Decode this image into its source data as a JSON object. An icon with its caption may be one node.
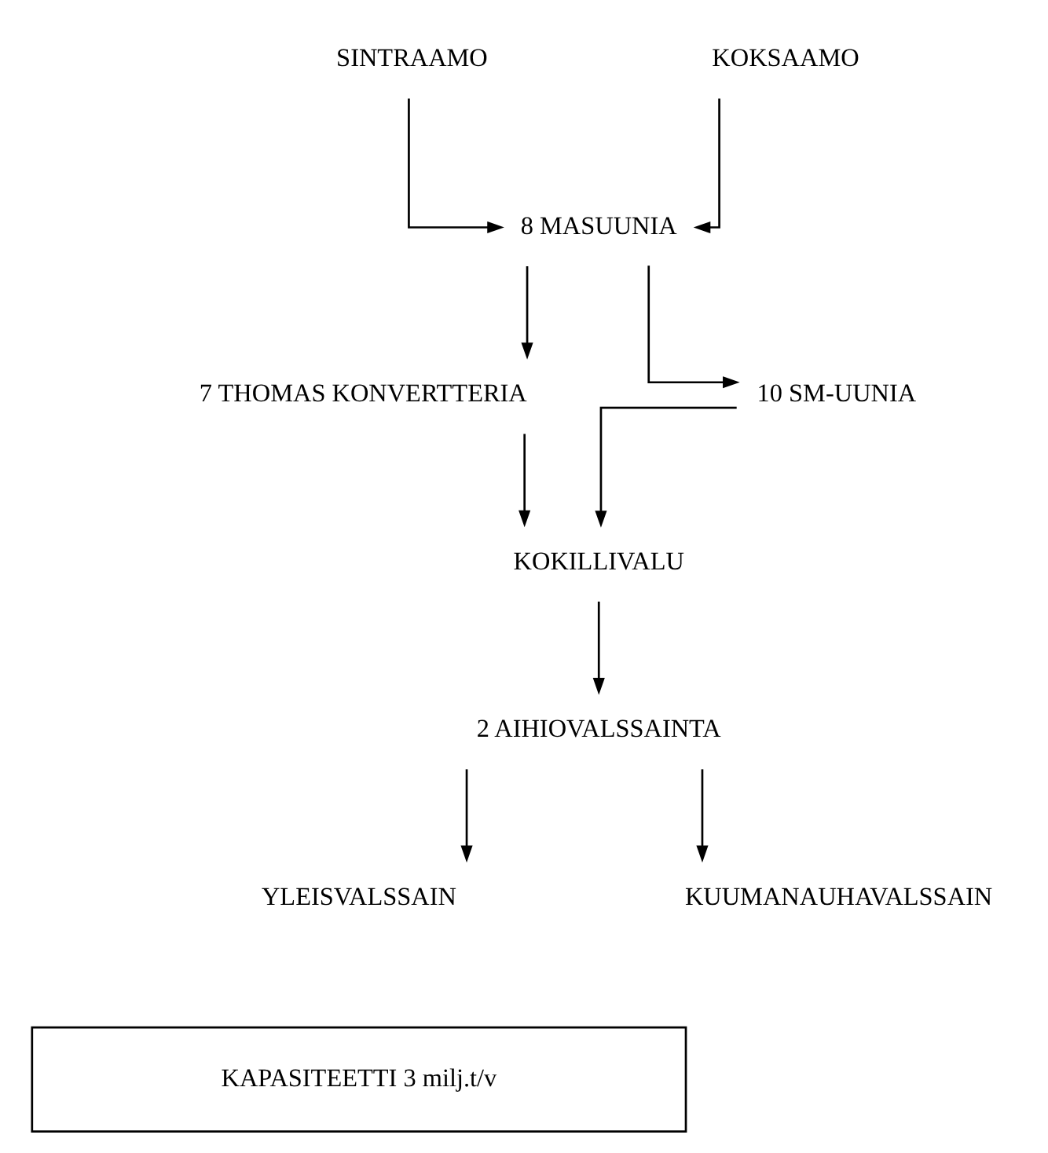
{
  "diagram": {
    "nodes": [
      {
        "text": [
          "SINTRAAMO"
        ]
      },
      {
        "text": [
          "KOKSAAMO"
        ]
      },
      {
        "text": [
          "8 MASUUNIA"
        ]
      },
      {
        "text": [
          "7 THOMAS KONVERTTERIA"
        ]
      },
      {
        "text": [
          "10 SM-UUNIA"
        ]
      },
      {
        "text": [
          "KOKILLIVALU"
        ]
      },
      {
        "text": [
          "2 AIHIOVALSSAINTA"
        ]
      },
      {
        "text": [
          "YLEISVALSSAIN"
        ]
      },
      {
        "text": [
          "KUUMANAUHAVALSSAIN"
        ]
      },
      {
        "text": [
          "KAPASITEETTI 3 milj.t/v"
        ]
      }
    ],
    "edges": [
      {
        "from": 0,
        "to": 2,
        "arrow": "to"
      },
      {
        "from": 1,
        "to": 2,
        "arrow": "to"
      },
      {
        "from": 2,
        "to": 3,
        "arrow": "to"
      },
      {
        "from": 2,
        "to": 4,
        "arrow": "to"
      },
      {
        "from": 3,
        "to": 5,
        "arrow": "to"
      },
      {
        "from": 4,
        "to": 5,
        "arrow": "to"
      },
      {
        "from": 5,
        "to": 6,
        "arrow": "to"
      },
      {
        "from": 6,
        "to": 7,
        "arrow": "to"
      },
      {
        "from": 6,
        "to": 8,
        "arrow": "to"
      }
    ]
  }
}
